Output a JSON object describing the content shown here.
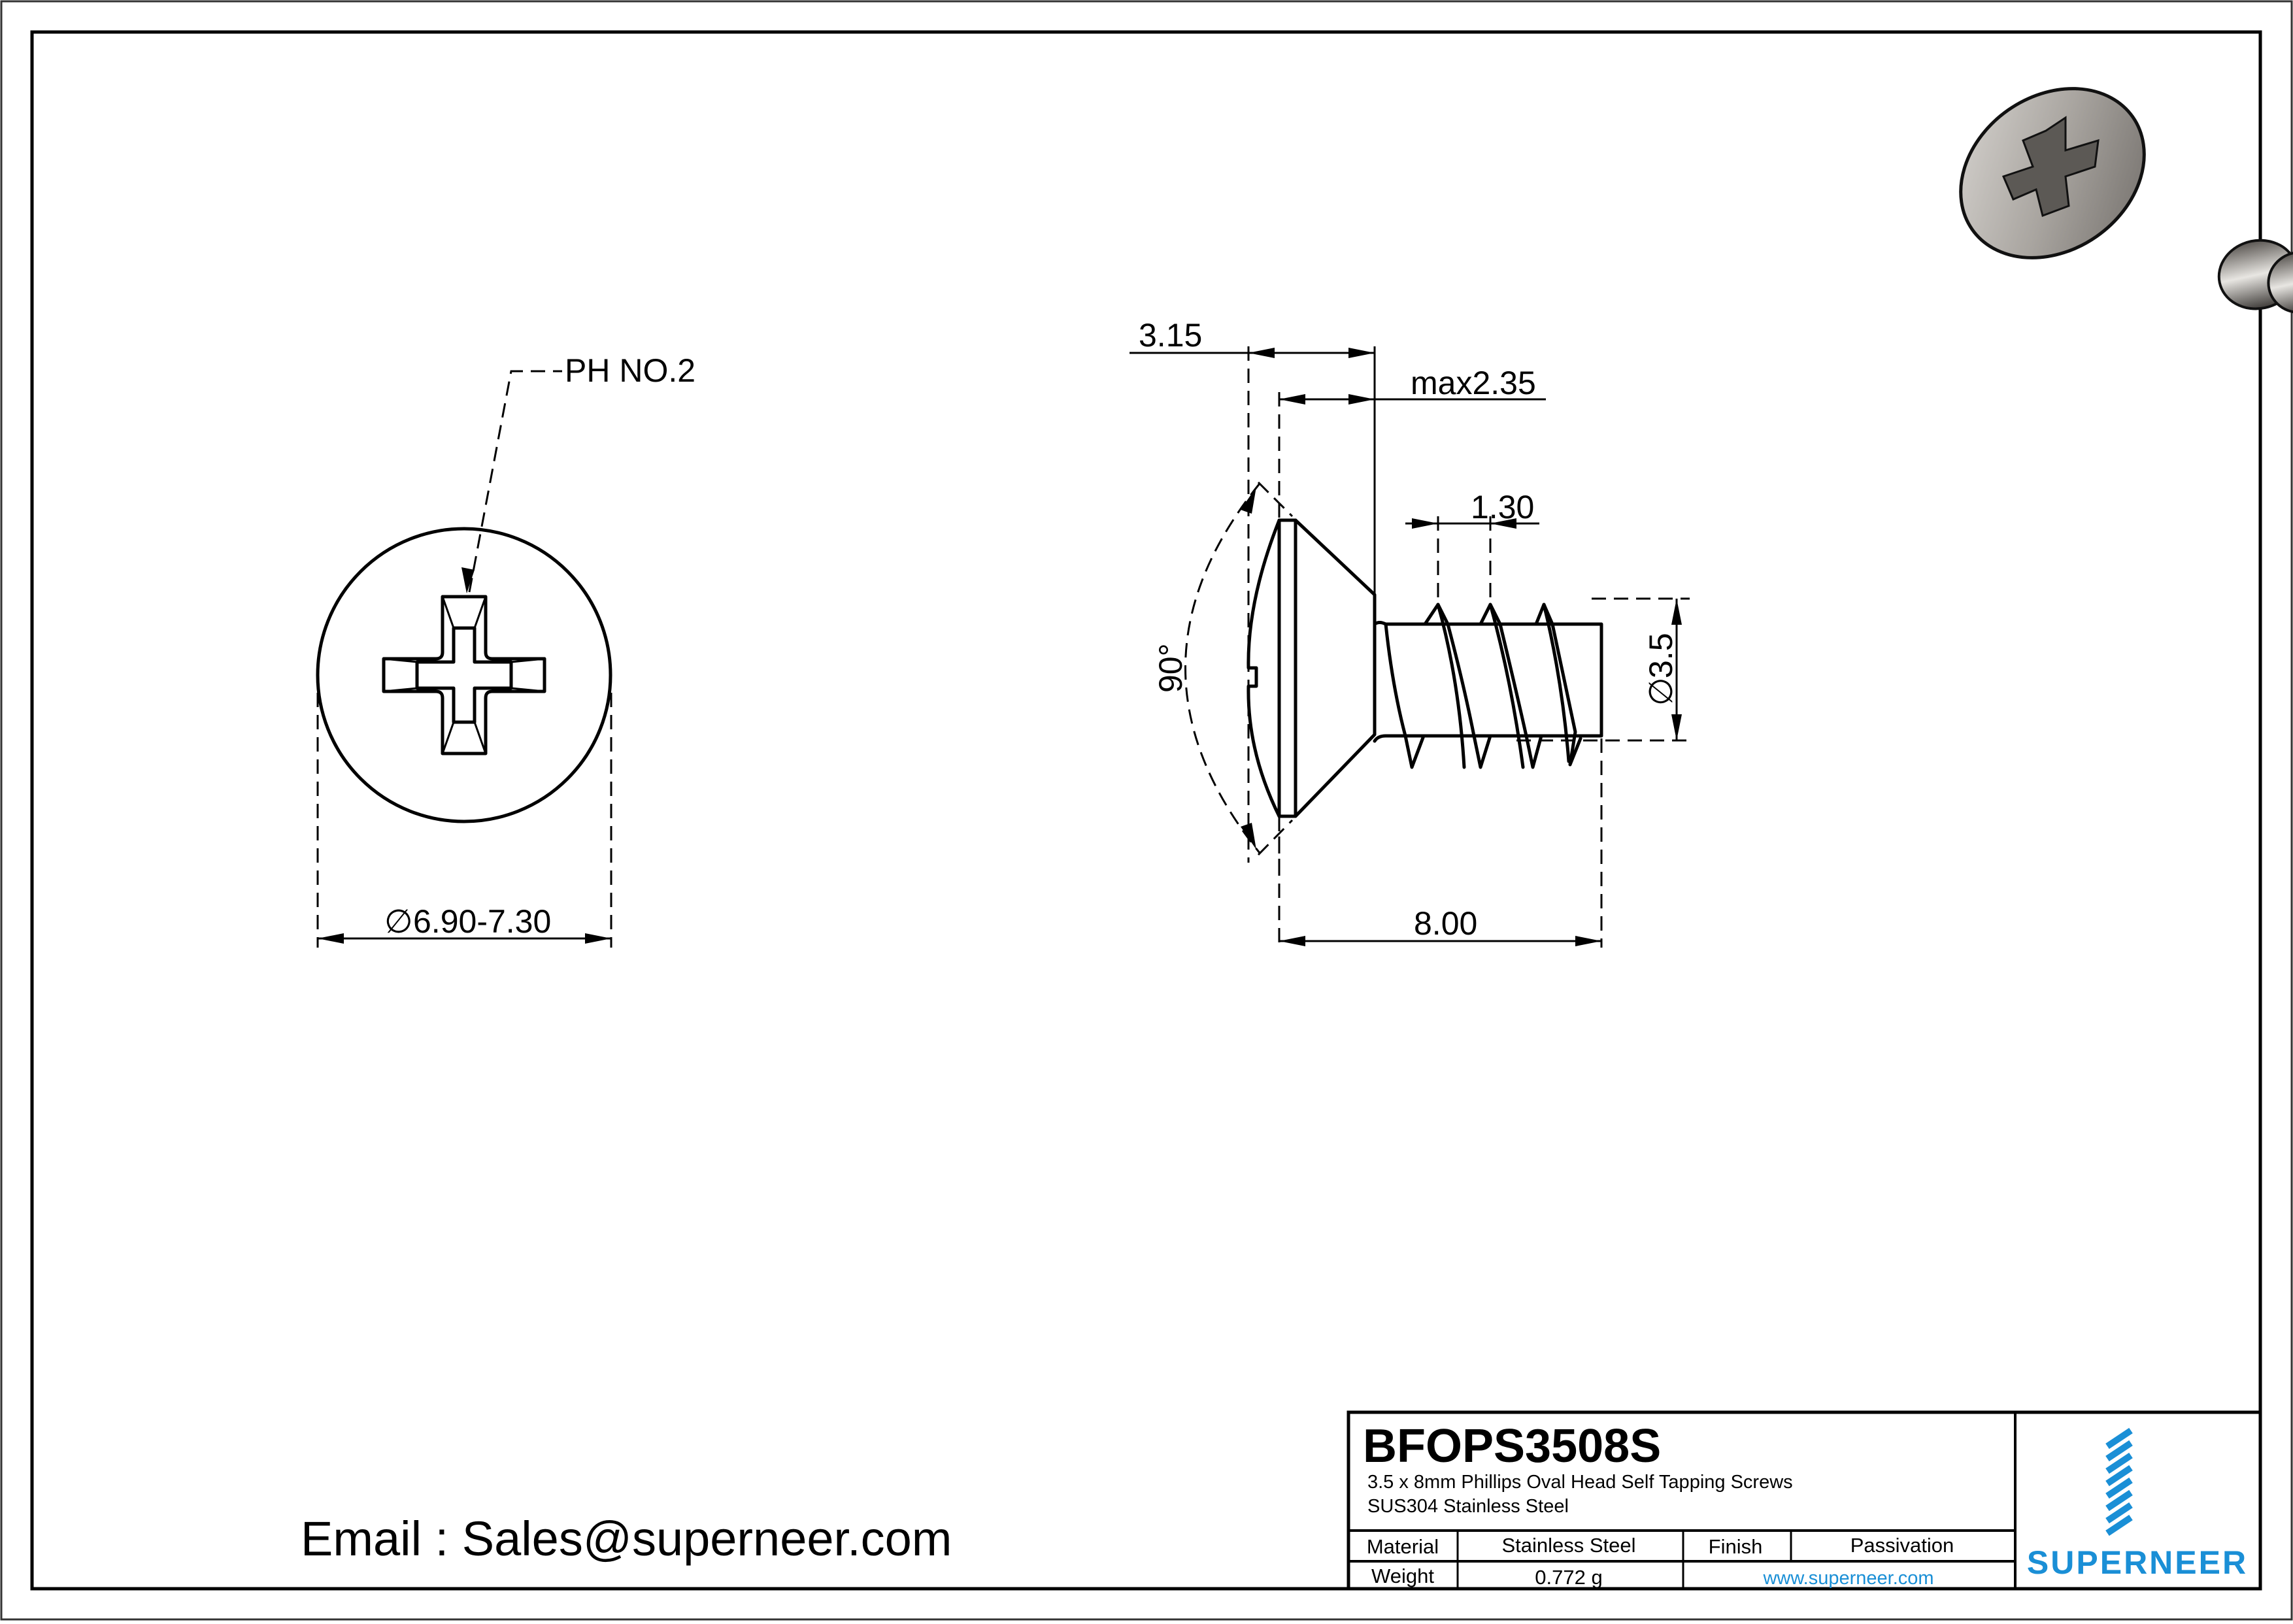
{
  "drawing": {
    "part_number": "BFOPS3508S",
    "description_line1": "3.5 x 8mm Phillips Oval Head Self Tapping Screws",
    "description_line2": "SUS304 Stainless Steel",
    "email": "Email : Sales@superneer.com"
  },
  "title_block": {
    "material_label": "Material",
    "material_value": "Stainless Steel",
    "finish_label": "Finish",
    "finish_value": "Passivation",
    "weight_label": "Weight",
    "weight_value": "0.772 g",
    "website": "www.superneer.com",
    "logo_text": "SUPERNEER",
    "brand_color": "#1a8fd6"
  },
  "top_view": {
    "drive_callout": "PH NO.2",
    "head_diameter": "6.90-7.30",
    "diameter_symbol": "∅"
  },
  "side_view": {
    "head_height": "3.15",
    "countersink_depth": "max2.35",
    "thread_pitch": "1.30",
    "thread_diameter": "3.5",
    "diameter_symbol": "∅",
    "length": "8.00",
    "head_angle": "90°"
  },
  "render_3d": {
    "icon": "screw-3d-render"
  }
}
